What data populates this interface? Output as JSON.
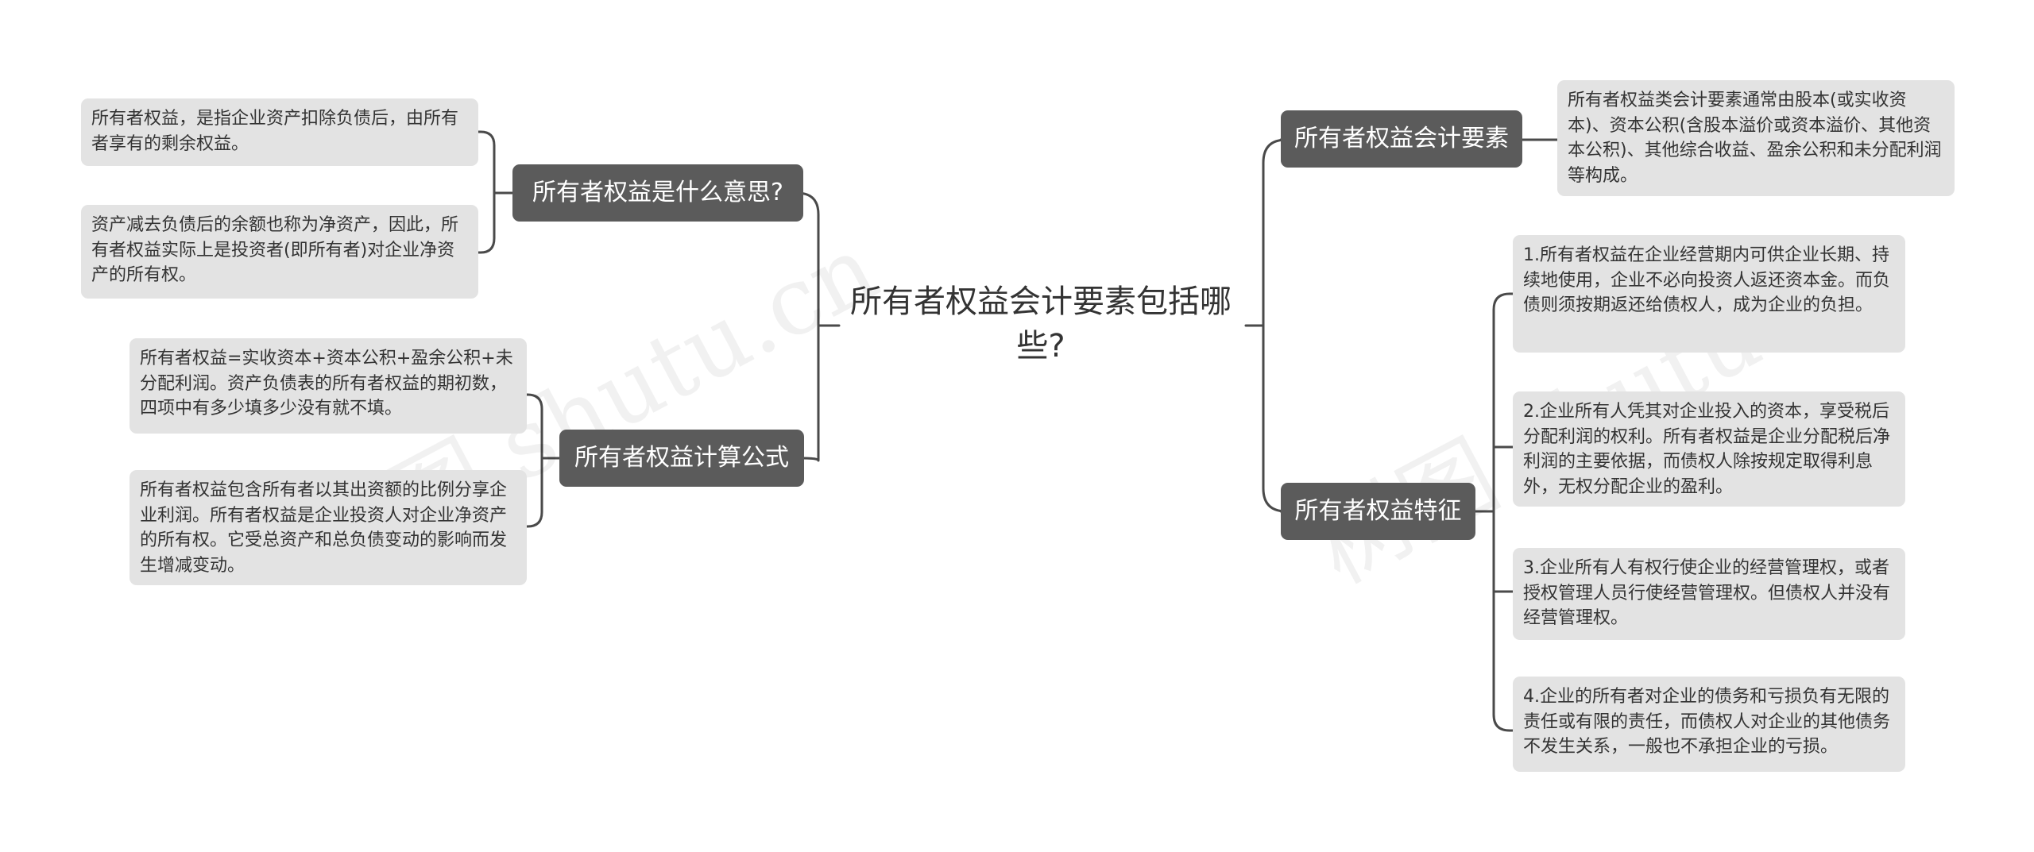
{
  "root": {
    "title": "所有者权益会计要素包括哪些?"
  },
  "left_branches": [
    {
      "label": "所有者权益是什么意思?",
      "leaves": [
        "所有者权益，是指企业资产扣除负债后，由所有者享有的剩余权益。",
        "资产减去负债后的余额也称为净资产，因此，所有者权益实际上是投资者(即所有者)对企业净资产的所有权。"
      ]
    },
    {
      "label": "所有者权益计算公式",
      "leaves": [
        "所有者权益=实收资本+资本公积+盈余公积+未分配利润。资产负债表的所有者权益的期初数，四项中有多少填多少没有就不填。",
        "所有者权益包含所有者以其出资额的比例分享企业利润。所有者权益是企业投资人对企业净资产的所有权。它受总资产和总负债变动的影响而发生增减变动。"
      ]
    }
  ],
  "right_branches": [
    {
      "label": "所有者权益会计要素",
      "leaves": [
        "所有者权益类会计要素通常由股本(或实收资本)、资本公积(含股本溢价或资本溢价、其他资本公积)、其他综合收益、盈余公积和未分配利润等构成。"
      ]
    },
    {
      "label": "所有者权益特征",
      "leaves": [
        "1.所有者权益在企业经营期内可供企业长期、持续地使用，企业不必向投资人返还资本金。而负债则须按期返还给债权人，成为企业的负担。",
        "2.企业所有人凭其对企业投入的资本，享受税后分配利润的权利。所有者权益是企业分配税后净利润的主要依据，而债权人除按规定取得利息外，无权分配企业的盈利。",
        "3.企业所有人有权行使企业的经营管理权，或者授权管理人员行使经营管理权。但债权人并没有经营管理权。",
        "4.企业的所有者对企业的债务和亏损负有无限的责任或有限的责任，而债权人对企业的其他债务不发生关系，一般也不承担企业的亏损。"
      ]
    }
  ],
  "colors": {
    "branch_bg": "#5b5b5b",
    "leaf_bg": "#e3e3e3",
    "connector": "#4a4a4a",
    "text": "#333333"
  },
  "watermarks": [
    "树图 shutu.cn",
    "树图 shutu.cn"
  ]
}
